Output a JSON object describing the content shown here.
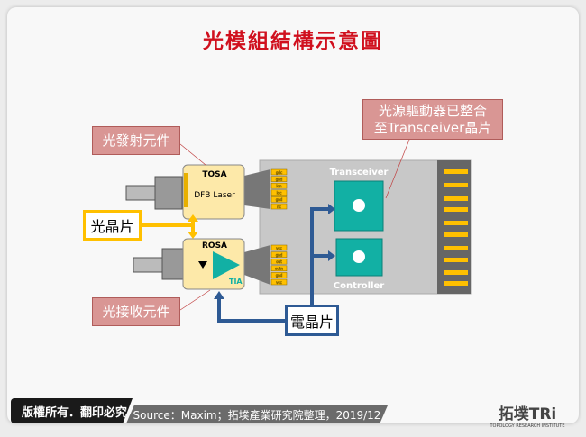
{
  "title": "光模組結構示意圖",
  "callouts": {
    "tx": "光發射元件",
    "rx": "光接收元件",
    "driver_line1": "光源驅動器已整合",
    "driver_line2": "至Transceiver晶片",
    "optical_chip": "光晶片",
    "electrical_chip": "電晶片"
  },
  "diagram": {
    "tosa": "TOSA",
    "dfb": "DFB Laser",
    "rosa": "ROSA",
    "tia": "TIA",
    "transceiver": "Transceiver",
    "controller": "Controller",
    "tosa_pins": [
      "gdc",
      "gnd",
      "ldn",
      "ldc",
      "gnd",
      "nc"
    ],
    "rosa_pins": [
      "vcc",
      "gnd",
      "out",
      "outn",
      "gnd",
      "vcc"
    ],
    "colors": {
      "optical": "#ffc000",
      "electrical": "#2e5a94",
      "chip": "#12b0a4",
      "board": "#c8c8c8",
      "callout": "#d99694"
    }
  },
  "footer": {
    "copyright": "版權所有．翻印必究",
    "source": "Source：Maxim；拓墣產業研究院整理，2019/12",
    "logo_main": "拓墣TRi",
    "logo_sub": "TOPOLOGY RESEARCH INSTITUTE"
  }
}
